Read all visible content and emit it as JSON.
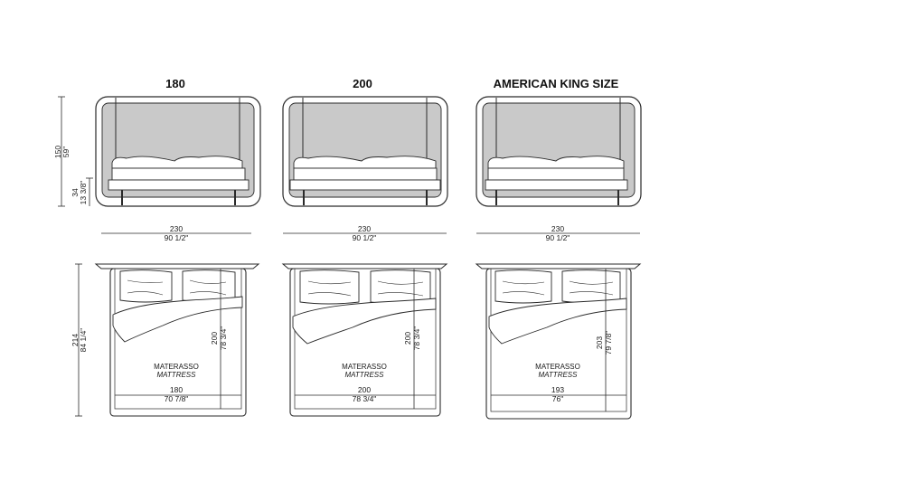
{
  "columns": [
    {
      "title": "180",
      "width_cm": "230",
      "width_in": "90 1/2\"",
      "mattress_w_cm": "180",
      "mattress_w_in": "70 7/8\"",
      "mattress_l_cm": "200",
      "mattress_l_in": "78 3/4\"",
      "mattress_label": "MATERASSO",
      "mattress_label_en": "MATTRESS"
    },
    {
      "title": "200",
      "width_cm": "230",
      "width_in": "90 1/2\"",
      "mattress_w_cm": "200",
      "mattress_w_in": "78 3/4\"",
      "mattress_l_cm": "200",
      "mattress_l_in": "78 3/4\"",
      "mattress_label": "MATERASSO",
      "mattress_label_en": "MATTRESS"
    },
    {
      "title": "AMERICAN KING SIZE",
      "width_cm": "230",
      "width_in": "90 1/2\"",
      "mattress_w_cm": "193",
      "mattress_w_in": "76\"",
      "mattress_l_cm": "203",
      "mattress_l_in": "79 7/8\"",
      "mattress_label": "MATERASSO",
      "mattress_label_en": "MATTRESS"
    }
  ],
  "side_dims": {
    "height_cm": "150",
    "height_in": "59\"",
    "frame_cm": "34",
    "frame_in": "13 3/8\"",
    "length_cm": "214",
    "length_in": "84 1/4\""
  }
}
